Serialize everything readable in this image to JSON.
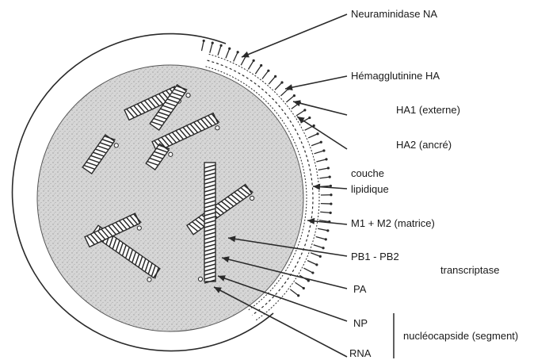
{
  "labels": {
    "neuraminidase": "Neuraminidase NA",
    "hemagglutinine": "Hémagglutinine HA",
    "ha1": "HA1 (externe)",
    "ha2": "HA2 (ancré)",
    "couche_line1": "couche",
    "couche_line2": "lipidique",
    "matrice": "M1 + M2  (matrice)",
    "pb": "PB1 - PB2",
    "transcriptase": "transcriptase",
    "pa": "PA",
    "np": "NP",
    "rna": "RNA",
    "nucleocapside": "nucléocapside (segment)"
  },
  "colors": {
    "ink": "#2a2a2a",
    "core_fill": "#cfcfcf",
    "background": "#ffffff"
  }
}
